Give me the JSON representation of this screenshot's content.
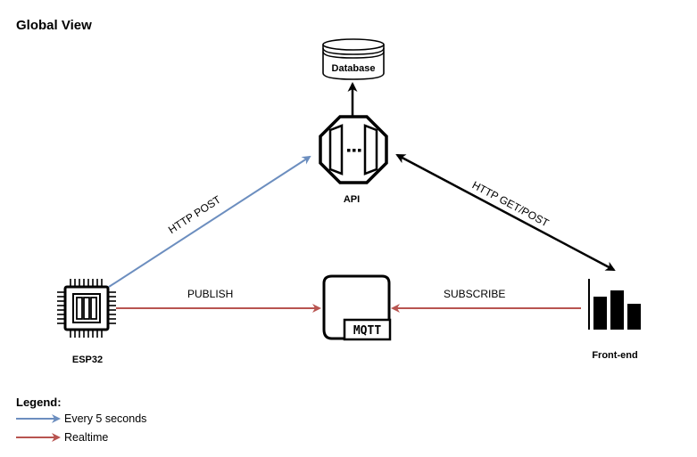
{
  "title": "Global View",
  "nodes": {
    "database": {
      "label": "Database"
    },
    "api": {
      "label": "API"
    },
    "esp32": {
      "label": "ESP32"
    },
    "mqtt": {
      "label": "MQTT"
    },
    "frontend": {
      "label": "Front-end"
    }
  },
  "edges": {
    "http_post": "HTTP POST",
    "http_get_post": "HTTP GET/POST",
    "publish": "PUBLISH",
    "subscribe": "SUBSCRIBE"
  },
  "legend": {
    "title": "Legend:",
    "items": [
      {
        "label": "Every 5 seconds",
        "color": "#6c8ebf"
      },
      {
        "label": "Realtime",
        "color": "#b85450"
      }
    ]
  },
  "colors": {
    "blue_arrow": "#6c8ebf",
    "red_arrow": "#b85450",
    "black": "#000000"
  }
}
